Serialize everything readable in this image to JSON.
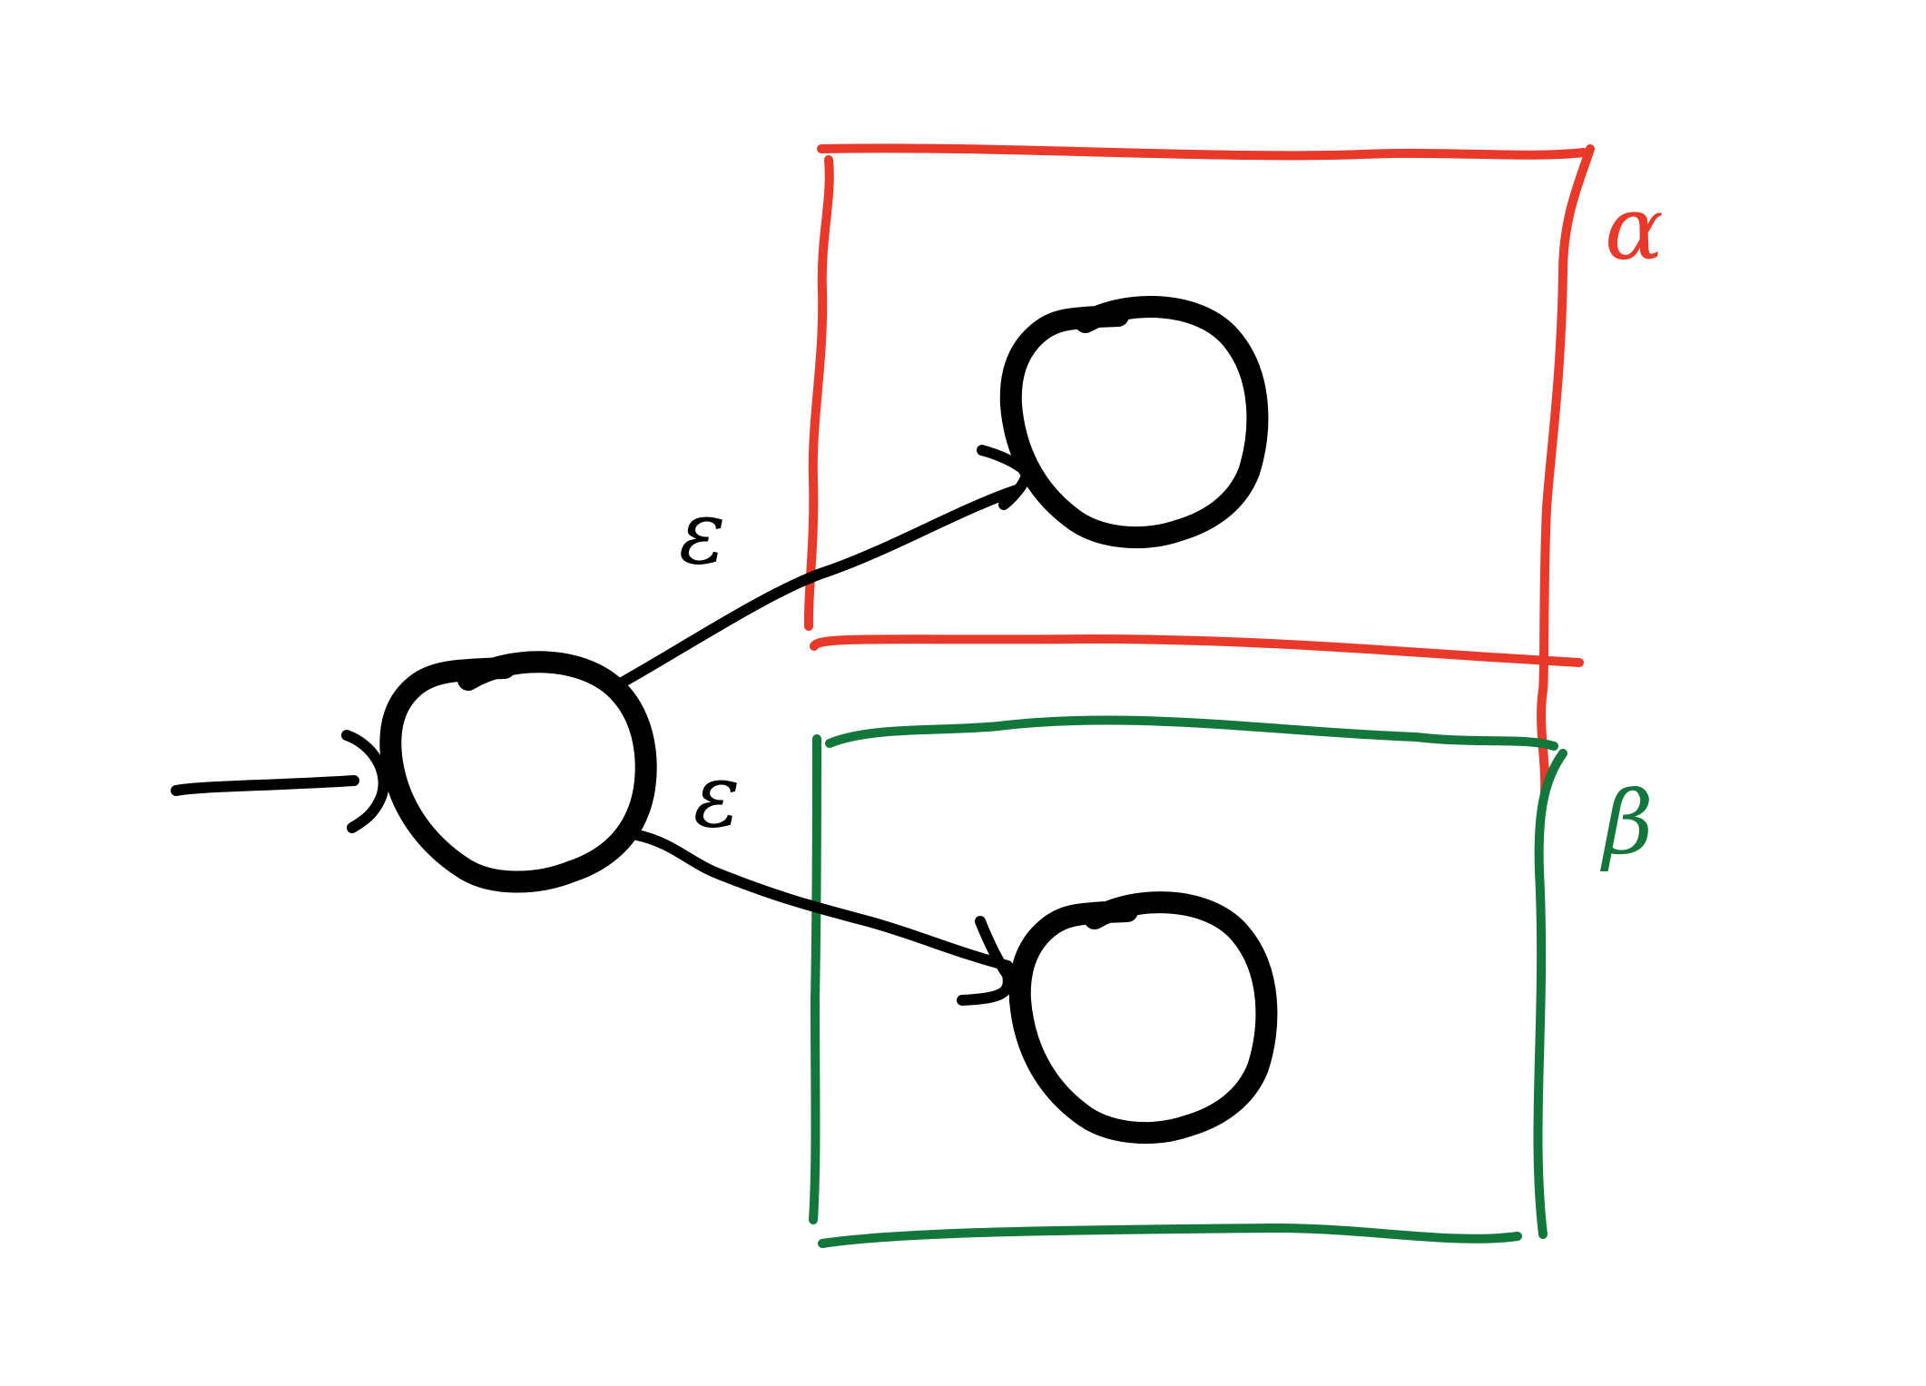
{
  "labels": {
    "edge_upper": "ε",
    "edge_lower": "ε",
    "box_upper": "α",
    "box_lower": "β"
  },
  "colors": {
    "box_upper": "#e8392a",
    "box_lower": "#13773b",
    "ink": "#000000"
  }
}
